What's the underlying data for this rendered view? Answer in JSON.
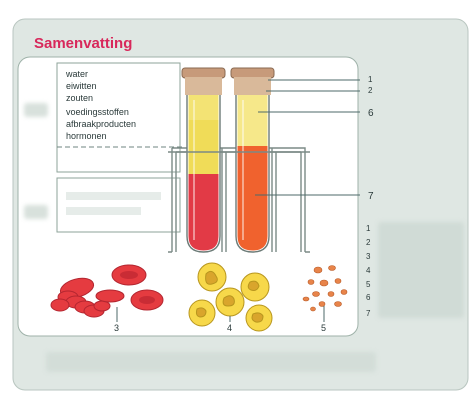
{
  "title": "Samenvatting",
  "colors": {
    "background": "#dfe7e3",
    "panel": "#ffffff",
    "title": "#d8285b",
    "plasma": "#f0dc58",
    "blood_left": "#e23a46",
    "blood_right": "#f0622e",
    "red_cell": "#e53b40",
    "white_cell": "#f7d84a",
    "platelet": "#e8844a"
  },
  "plasma_components": [
    "water",
    "eiwitten",
    "zouten",
    "voedingsstoffen",
    "afbraakproducten",
    "hormonen"
  ],
  "tube_callouts": [
    "1",
    "2",
    "6",
    "7"
  ],
  "cell_labels": [
    "3",
    "4",
    "5"
  ],
  "legend_numbers": [
    "1",
    "2",
    "3",
    "4",
    "5",
    "6",
    "7"
  ]
}
